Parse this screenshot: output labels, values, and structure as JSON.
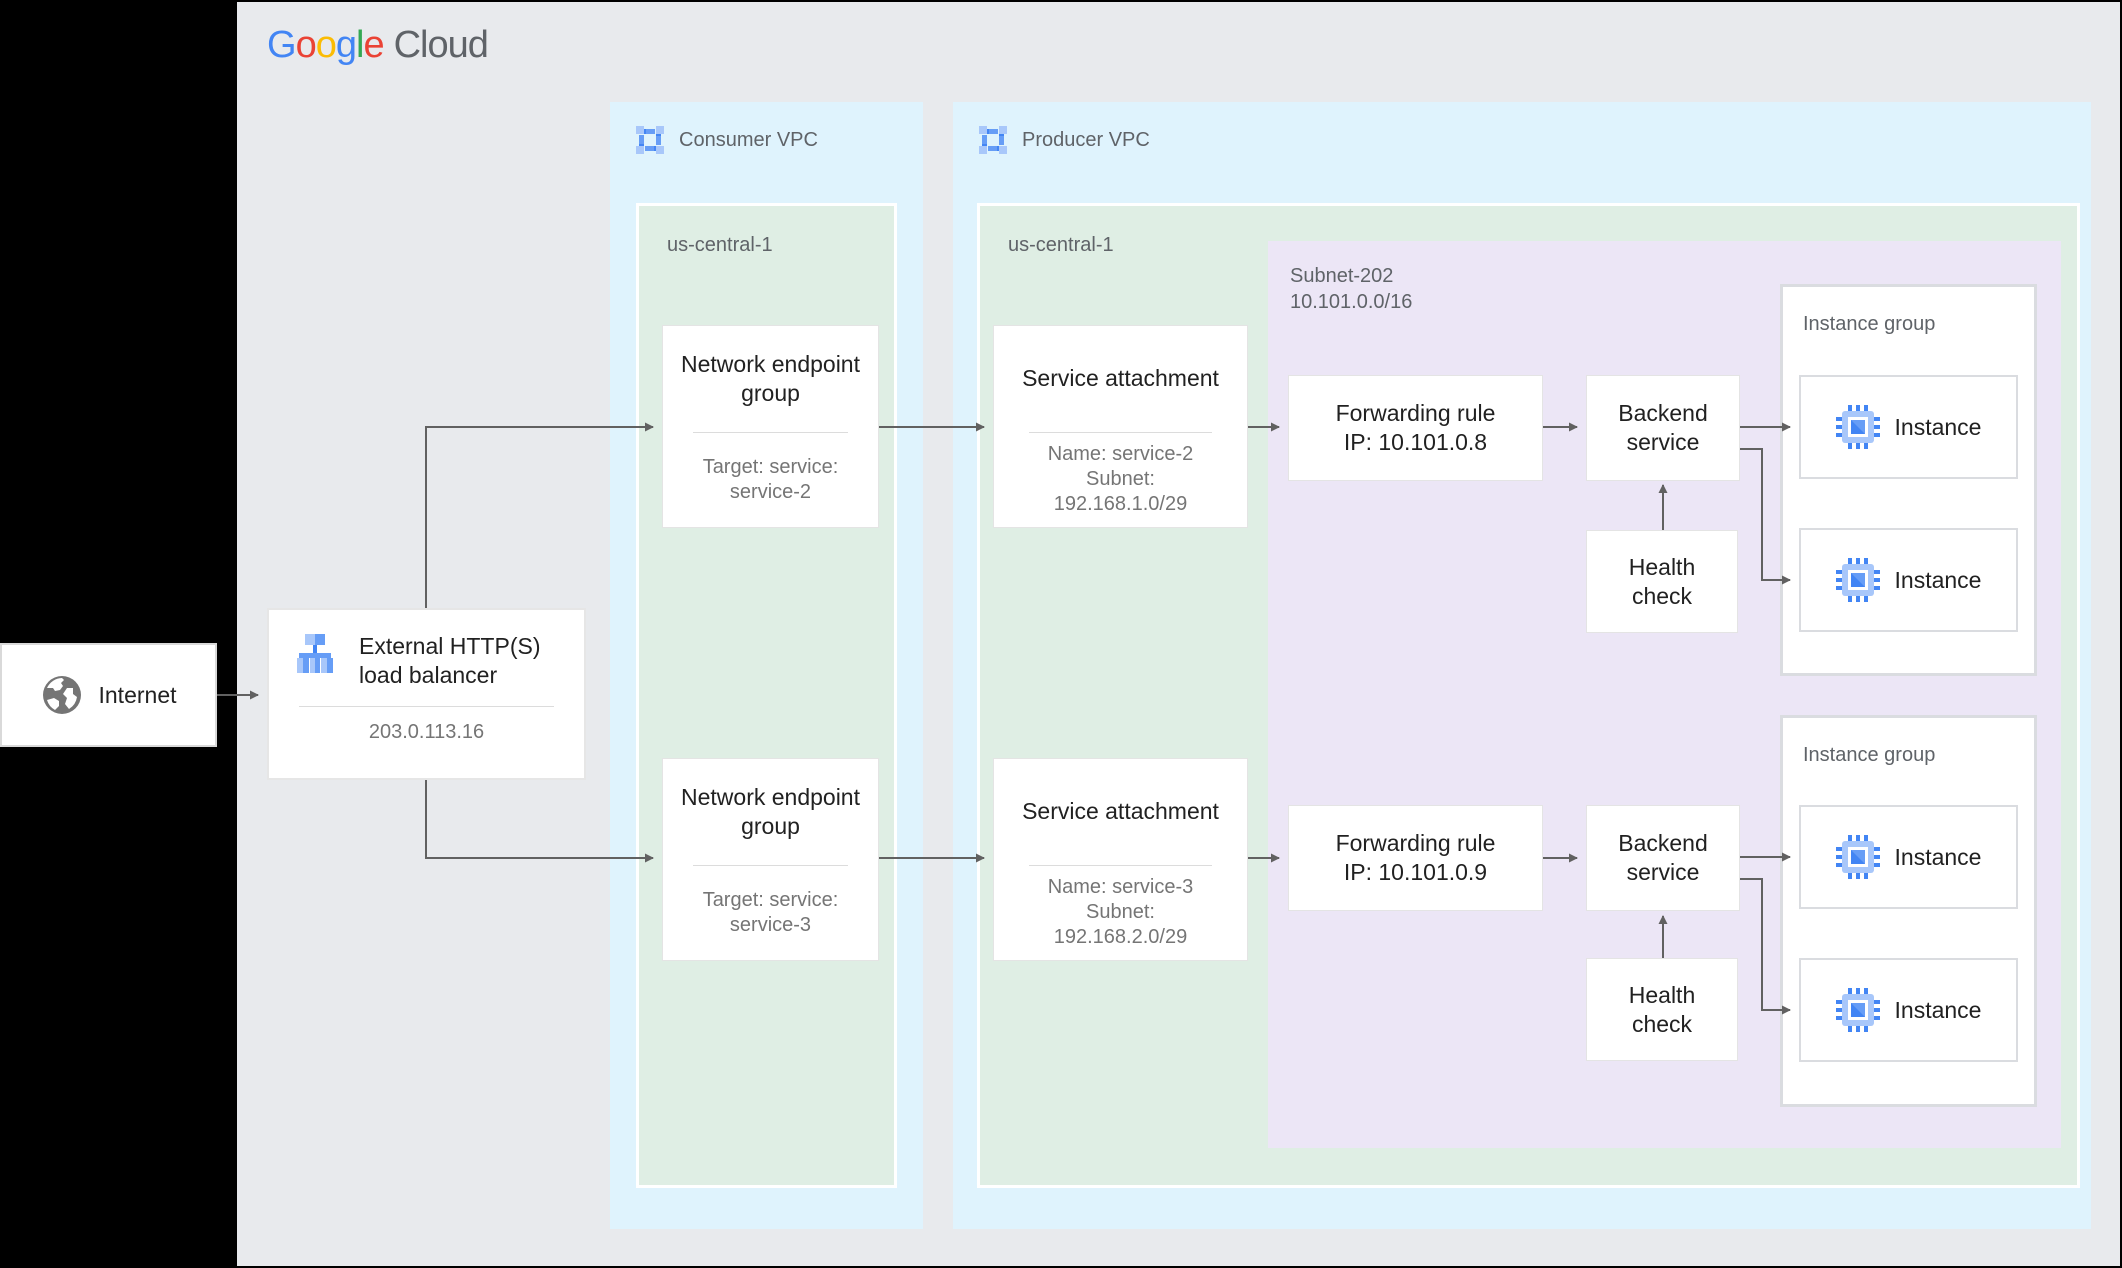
{
  "logo": {
    "letters": [
      {
        "ch": "G",
        "color": "#4285F4"
      },
      {
        "ch": "o",
        "color": "#EA4335"
      },
      {
        "ch": "o",
        "color": "#FBBC04"
      },
      {
        "ch": "g",
        "color": "#4285F4"
      },
      {
        "ch": "l",
        "color": "#34A853"
      },
      {
        "ch": "e",
        "color": "#EA4335"
      }
    ],
    "cloud": "Cloud"
  },
  "colors": {
    "page_bg": "#e8eaed",
    "side_bg": "#000000",
    "vpc_zone_bg": "#dff3fd",
    "region_bg": "#dfeee4",
    "subnet_bg": "#ece6f6",
    "arrow": "#616161",
    "title_text": "#212121",
    "muted_text": "#757575",
    "label_text": "#5f6368",
    "icon_blue_dark": "#4285f4",
    "icon_blue_mid": "#669df6",
    "icon_blue_light": "#a8c7fa"
  },
  "internet": {
    "label": "Internet"
  },
  "load_balancer": {
    "title_line1": "External HTTP(S)",
    "title_line2": "load balancer",
    "ip": "203.0.113.16"
  },
  "consumer_vpc": {
    "label": "Consumer VPC",
    "region": "us-central-1"
  },
  "producer_vpc": {
    "label": "Producer VPC",
    "region": "us-central-1",
    "subnet_name": "Subnet-202",
    "subnet_cidr": "10.101.0.0/16"
  },
  "neg": {
    "title": "Network endpoint group",
    "neg1_detail_line1": "Target: service:",
    "neg1_detail_line2": "service-2",
    "neg2_detail_line1": "Target: service:",
    "neg2_detail_line2": "service-3"
  },
  "service_attachment": {
    "title": "Service attachment",
    "sa1_line1": "Name: service-2",
    "sa1_line2": "Subnet:",
    "sa1_line3": "192.168.1.0/29",
    "sa2_line1": "Name: service-3",
    "sa2_line2": "Subnet:",
    "sa2_line3": "192.168.2.0/29"
  },
  "forwarding_rule": {
    "fr1_line1": "Forwarding rule",
    "fr1_line2": "IP: 10.101.0.8",
    "fr2_line1": "Forwarding rule",
    "fr2_line2": "IP: 10.101.0.9"
  },
  "backend_service": {
    "label": "Backend service"
  },
  "health_check": {
    "label": "Health check"
  },
  "instance_group": {
    "label": "Instance group"
  },
  "instance": {
    "label": "Instance"
  }
}
